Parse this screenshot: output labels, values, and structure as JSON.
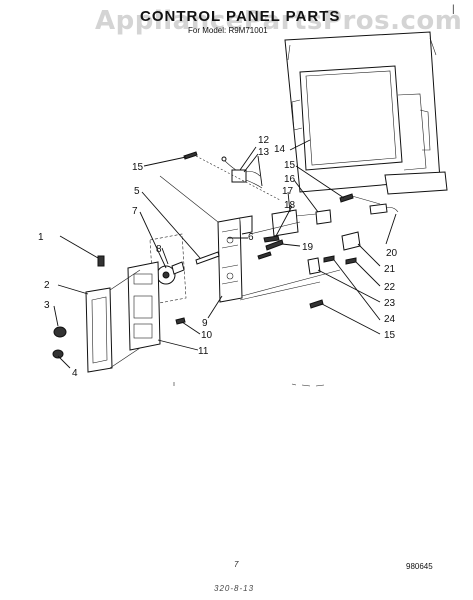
{
  "header": {
    "watermark": "AppliancePartsPros.com",
    "title": "CONTROL PANEL PARTS",
    "subtitle": "For Model: R9M71001"
  },
  "footer": {
    "page_number": "7",
    "code": "980645",
    "stamp": "320-8-13"
  },
  "callouts": {
    "c1": "1",
    "c2": "2",
    "c3": "3",
    "c4": "4",
    "c5": "5",
    "c6": "6",
    "c7": "7",
    "c8": "8",
    "c9": "9",
    "c10": "10",
    "c11": "11",
    "c12": "12",
    "c13": "13",
    "c14": "14",
    "c15a": "15",
    "c15b": "15",
    "c15c": "15",
    "c16": "16",
    "c17": "17",
    "c18": "18",
    "c19": "19",
    "c20": "20",
    "c21": "21",
    "c22": "22",
    "c23": "23",
    "c24": "24"
  }
}
